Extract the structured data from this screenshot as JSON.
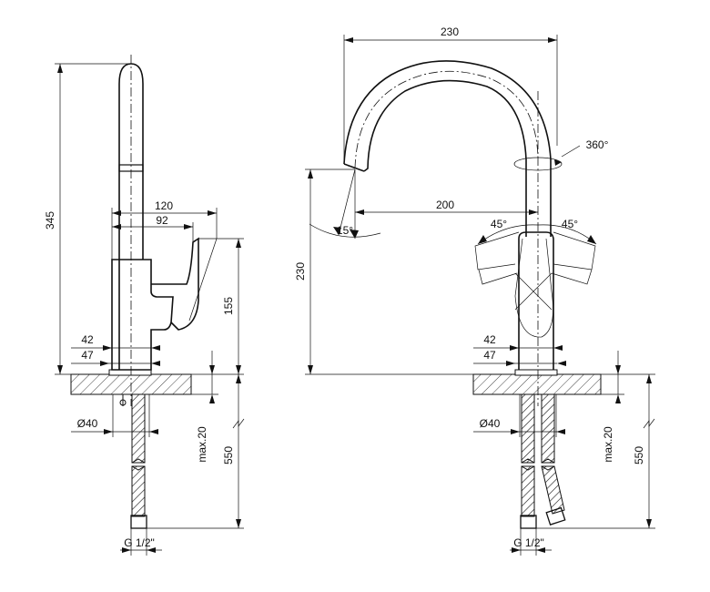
{
  "labels": {
    "side_height": "345",
    "side_reach": "120",
    "side_handle": "92",
    "side_handle_height": "155",
    "side_base_small": "42",
    "side_base_large": "47",
    "side_hole": "Ø40",
    "side_max": "max.20",
    "side_hose": "550",
    "side_thread": "G 1/2\"",
    "front_width": "230",
    "front_rotation": "360°",
    "front_reach": "200",
    "front_spout_angle": "15°",
    "front_height": "230",
    "front_lever_left": "45°",
    "front_lever_right": "45°",
    "front_base_small": "42",
    "front_base_large": "47",
    "front_hole": "Ø40",
    "front_max": "max.20",
    "front_hose": "550",
    "front_thread": "G 1/2\""
  }
}
